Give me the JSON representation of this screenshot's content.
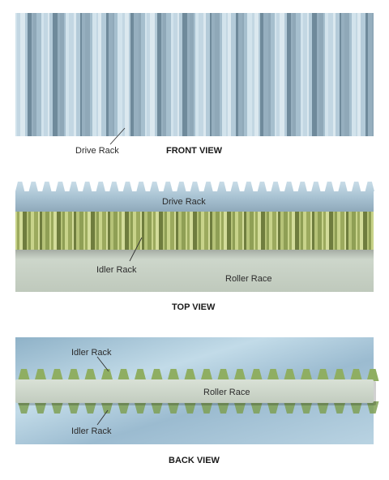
{
  "front_view": {
    "caption": "FRONT VIEW",
    "drive_rack_label": "Drive Rack"
  },
  "top_view": {
    "caption": "TOP VIEW",
    "drive_rack_label": "Drive Rack",
    "idler_rack_label": "Idler Rack",
    "roller_race_label": "Roller Race"
  },
  "back_view": {
    "caption": "BACK VIEW",
    "idler_rack_top_label": "Idler Rack",
    "idler_rack_bottom_label": "Idler Rack",
    "roller_race_label": "Roller Race"
  },
  "colors": {
    "drive_rack": "#a9c3d3",
    "idler_rack": "#a7b86a",
    "roller_race": "#c9d2c6"
  }
}
